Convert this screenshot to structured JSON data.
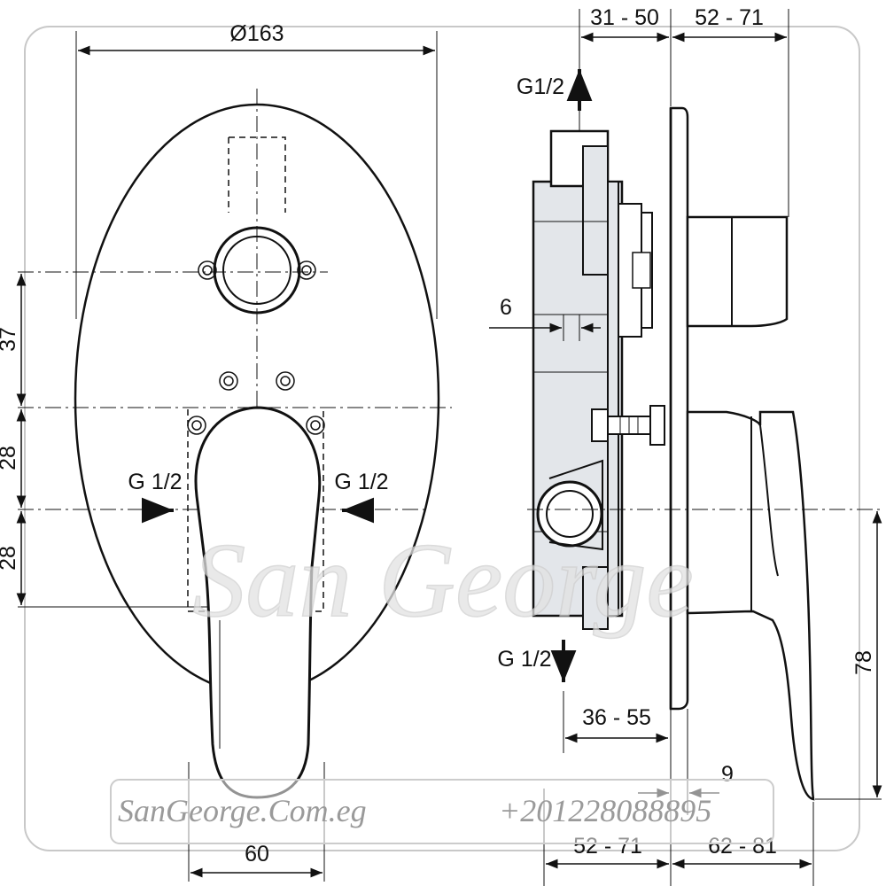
{
  "front_view": {
    "diameter_label": "Ø163",
    "spacing_top": "37",
    "spacing_mid": "28",
    "spacing_bottom": "28",
    "width_bottom": "60",
    "inlet_left": "G 1/2",
    "inlet_right": "G 1/2"
  },
  "side_view": {
    "top_dim_left": "31 - 50",
    "top_dim_right": "52 - 71",
    "outlet_top": "G1/2",
    "outlet_bottom": "G 1/2",
    "wall_dim": "6",
    "depth_dim": "36 - 55",
    "plate_dim": "9",
    "bottom_dim_left": "52 - 71",
    "bottom_dim_right": "62 - 81",
    "handle_height": "78"
  },
  "watermark": {
    "brand": "San George",
    "website": "SanGeorge.Com.eg",
    "phone": "+201228088895"
  },
  "colors": {
    "line": "#111111",
    "body_fill": "#e3e6ea",
    "watermark": "#d9d9d9"
  }
}
